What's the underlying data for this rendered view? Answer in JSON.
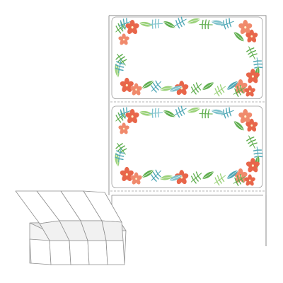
{
  "product": {
    "label_count_visible": 2,
    "perforations": 3,
    "design": "tropical-floral-frame",
    "stack_columns": 4
  },
  "colors": {
    "sheet_border": "#8a8a8a",
    "label_border": "#9a9a9a",
    "perforation": "#9a9a9a",
    "hibiscus": "#e8664a",
    "hibiscus_light": "#f08a6c",
    "leaf_green": "#5fae4e",
    "leaf_light": "#9bd27a",
    "palm_teal": "#4fa7b5",
    "palm_blue": "#7ec2cc",
    "stack_fill": "#ffffff",
    "stack_line": "#8f8f8f"
  },
  "icons": {
    "label": "floral-label-icon",
    "stack": "folded-label-stack-icon"
  }
}
